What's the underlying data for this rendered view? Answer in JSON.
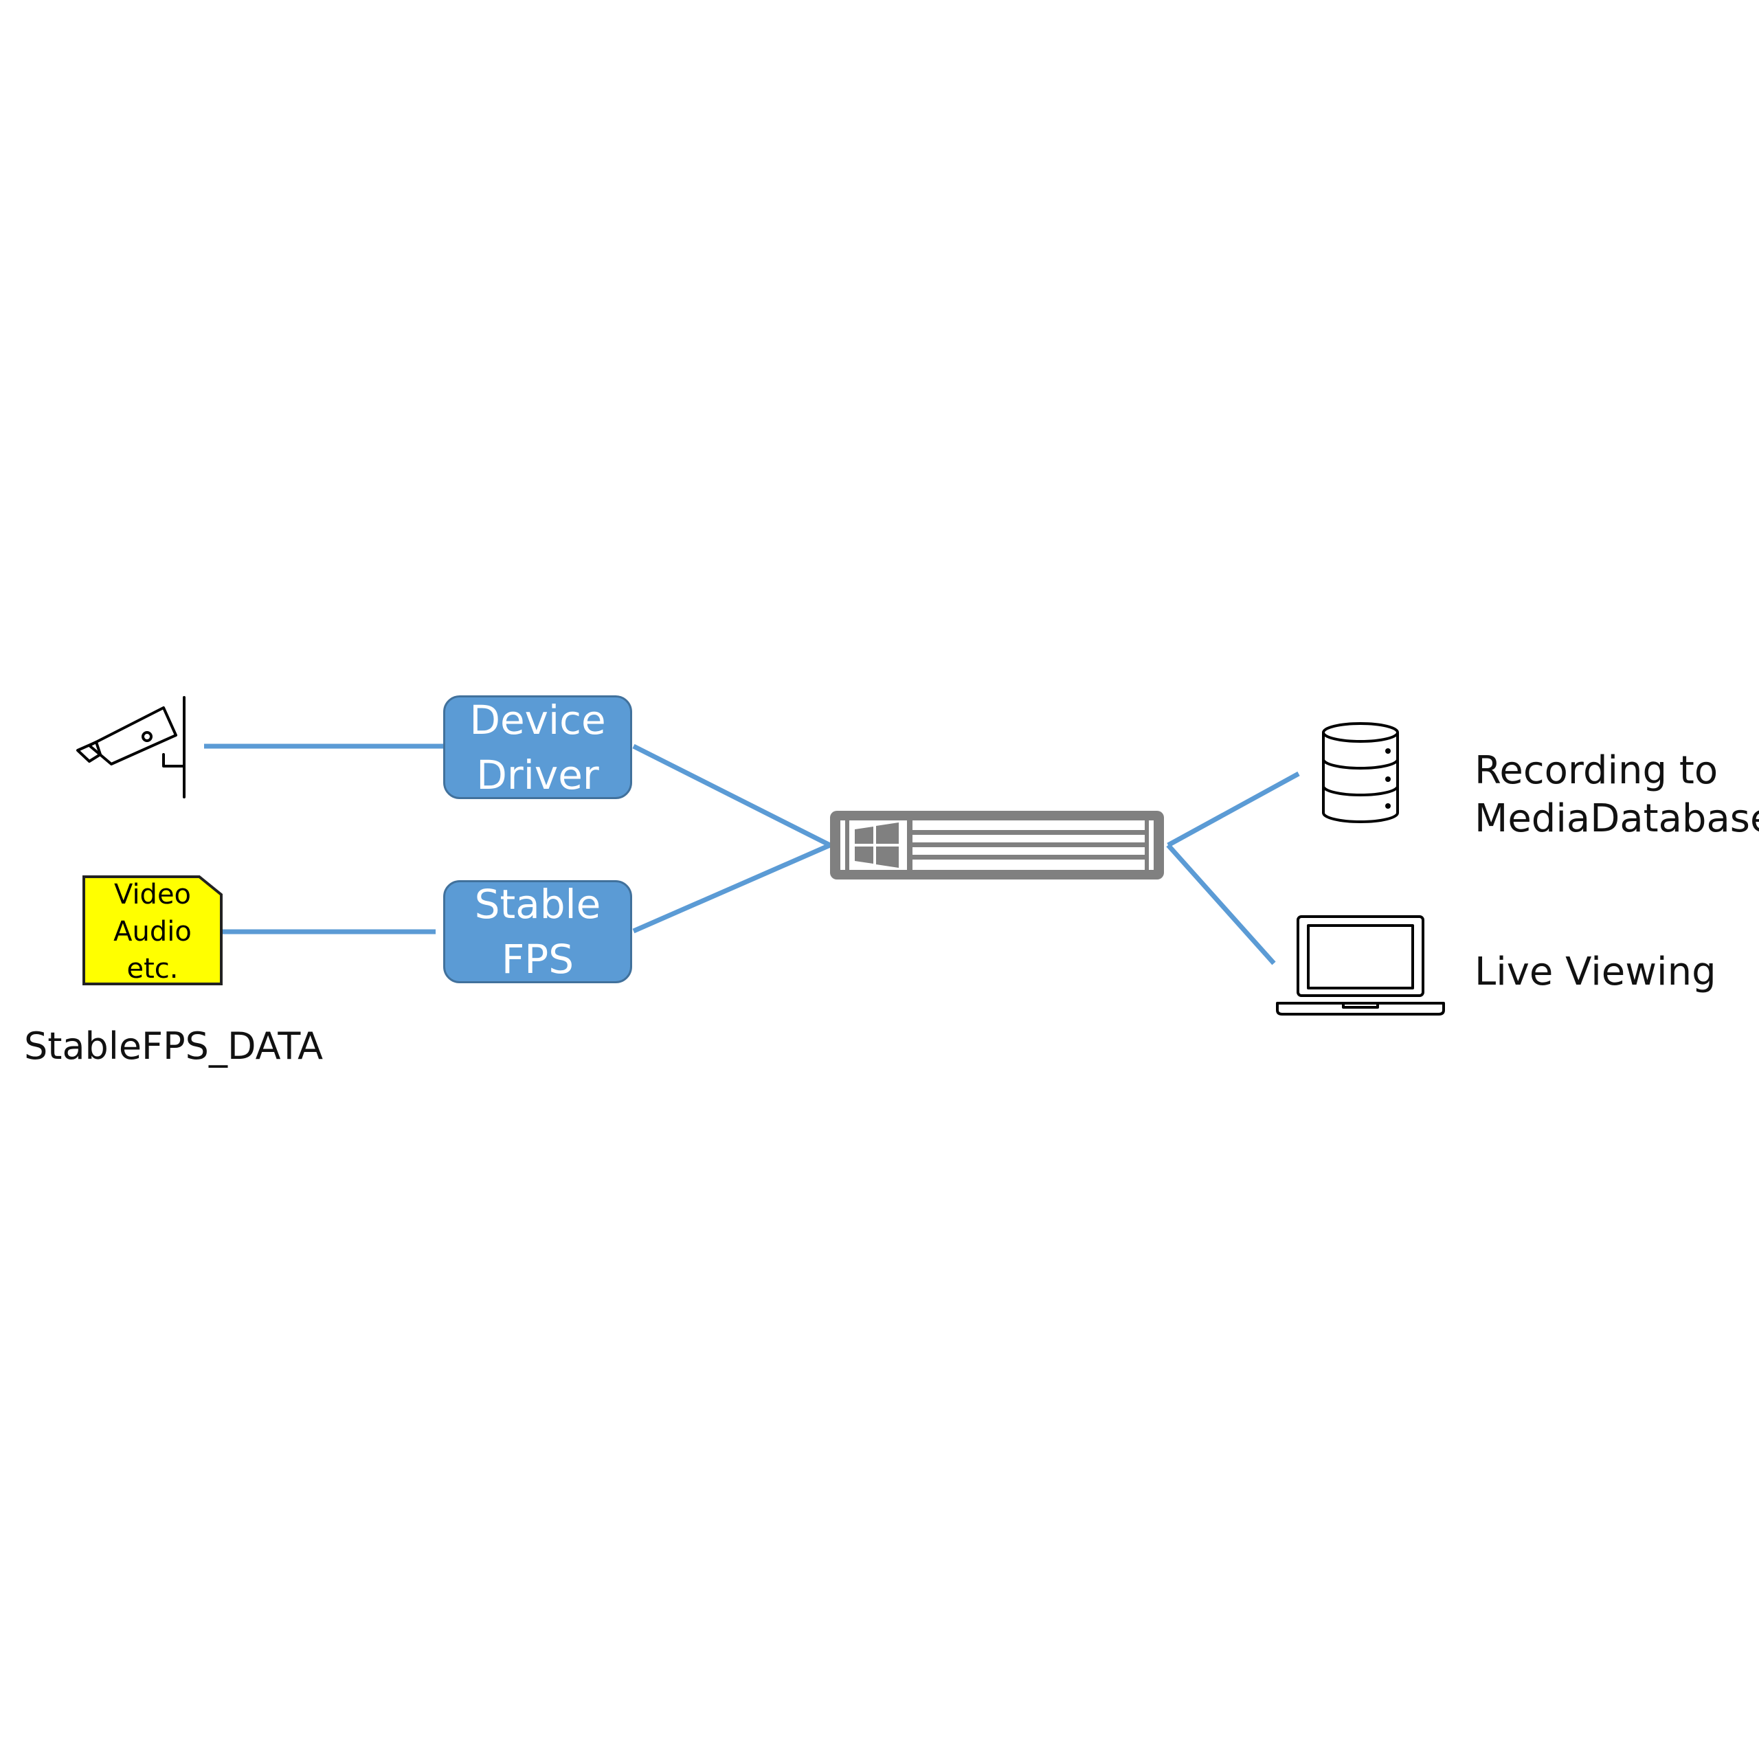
{
  "colors": {
    "connector": "#5b9bd5",
    "box_fill": "#5b9bd5",
    "box_border": "#41719c",
    "server": "#808080",
    "file_fill": "#ffff00"
  },
  "icons": {
    "camera": "security-camera-icon",
    "file": "data-file-icon",
    "server": "windows-server-icon",
    "database": "database-icon",
    "laptop": "laptop-icon"
  },
  "inputs": {
    "file_lines": [
      "Video",
      "Audio",
      "etc."
    ],
    "file_caption": "StableFPS_DATA"
  },
  "processors": {
    "device_driver": [
      "Device",
      "Driver"
    ],
    "stable_fps": [
      "Stable",
      "FPS"
    ]
  },
  "outputs": {
    "recording": [
      "Recording to",
      "MediaDatabase"
    ],
    "live": "Live Viewing"
  }
}
